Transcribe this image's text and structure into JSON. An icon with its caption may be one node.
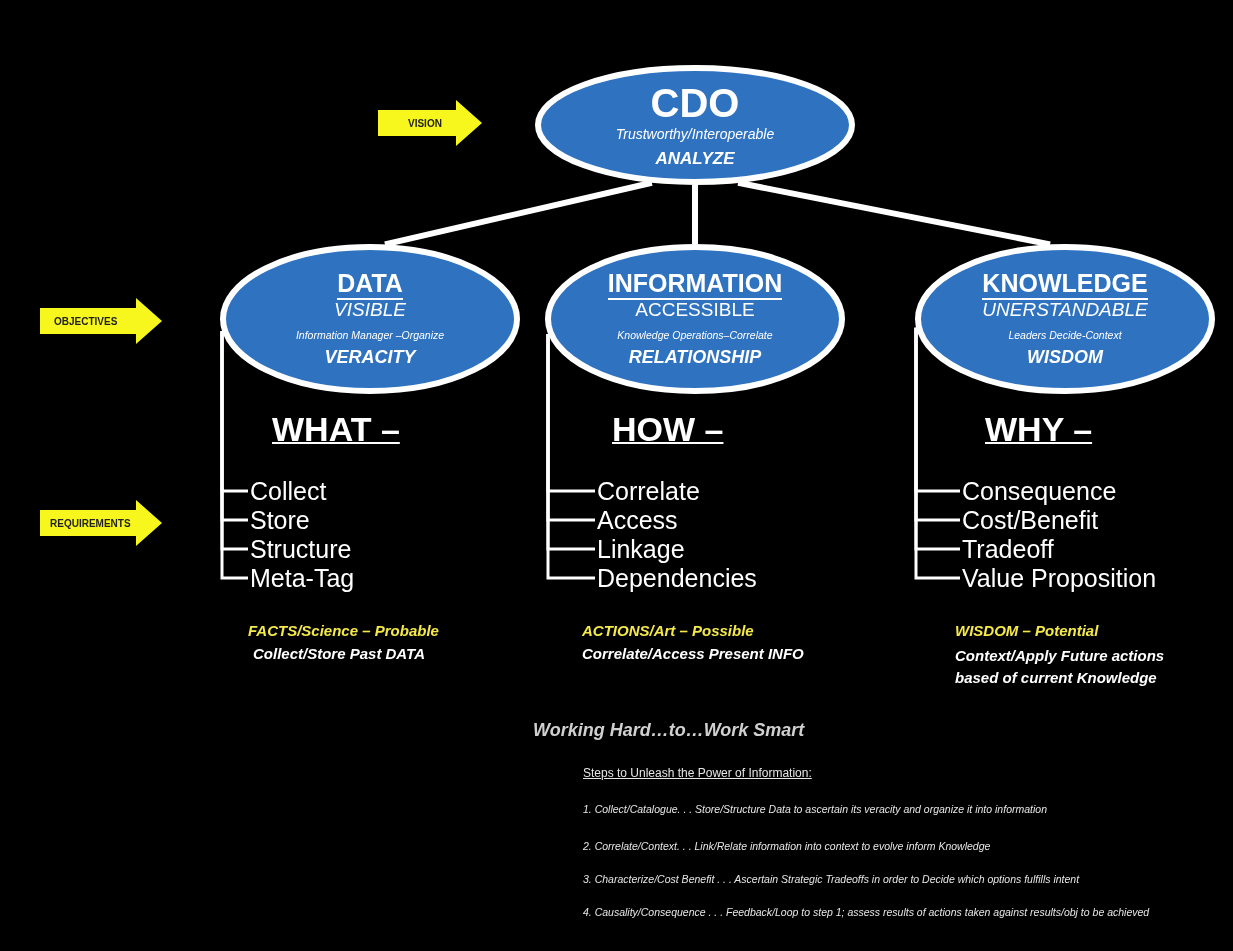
{
  "diagram": {
    "nodes": [
      {
        "text": [
          "CDO",
          "Trustworthy/Interoperable",
          "ANALYZE"
        ]
      },
      {
        "text": [
          "VISION"
        ]
      },
      {
        "text": [
          "OBJECTIVES"
        ]
      },
      {
        "text": [
          "DATA",
          "VISIBLE",
          "Information Manager –Organize",
          "VERACITY"
        ]
      },
      {
        "text": [
          "INFORMATION",
          "ACCESSIBLE",
          "Knowledge Operations–Correlate",
          "RELATIONSHIP"
        ]
      },
      {
        "text": [
          "KNOWLEDGE",
          "UNERSTANDABLE",
          "Leaders Decide-Context",
          "WISDOM"
        ]
      },
      {
        "text": [
          "REQUIREMENTS"
        ]
      },
      {
        "text": [
          "Collect"
        ]
      },
      {
        "text": [
          "Store"
        ]
      },
      {
        "text": [
          "Structure"
        ]
      },
      {
        "text": [
          "Meta-Tag"
        ]
      },
      {
        "text": [
          "Correlate"
        ]
      },
      {
        "text": [
          "Access"
        ]
      },
      {
        "text": [
          "Linkage"
        ]
      },
      {
        "text": [
          "Dependencies"
        ]
      },
      {
        "text": [
          "Consequence"
        ]
      },
      {
        "text": [
          "Cost/Benefit"
        ]
      },
      {
        "text": [
          "Tradeoff"
        ]
      },
      {
        "text": [
          "Value Proposition"
        ]
      }
    ],
    "edges": [
      {
        "from": 0,
        "to": 3,
        "arrow": "none",
        "style": "thick"
      },
      {
        "from": 0,
        "to": 4,
        "arrow": "none",
        "style": "thick"
      },
      {
        "from": 0,
        "to": 5,
        "arrow": "none",
        "style": "thick"
      },
      {
        "from": 3,
        "to": 7,
        "arrow": "none"
      },
      {
        "from": 3,
        "to": 8,
        "arrow": "none"
      },
      {
        "from": 3,
        "to": 9,
        "arrow": "none"
      },
      {
        "from": 3,
        "to": 10,
        "arrow": "none"
      },
      {
        "from": 4,
        "to": 11,
        "arrow": "none"
      },
      {
        "from": 4,
        "to": 12,
        "arrow": "none"
      },
      {
        "from": 4,
        "to": 13,
        "arrow": "none"
      },
      {
        "from": 4,
        "to": 14,
        "arrow": "none"
      },
      {
        "from": 5,
        "to": 15,
        "arrow": "none"
      },
      {
        "from": 5,
        "to": 16,
        "arrow": "none"
      },
      {
        "from": 5,
        "to": 17,
        "arrow": "none"
      },
      {
        "from": 5,
        "to": 18,
        "arrow": "none"
      }
    ],
    "labels": [
      "WHAT –",
      "HOW –",
      "WHY –",
      "FACTS/Science – Probable",
      "Collect/Store Past DATA",
      "ACTIONS/Art – Possible",
      "Correlate/Access Present INFO",
      "WISDOM – Potential",
      "Context/Apply Future actions based of current Knowledge",
      "Working Hard…to…Work Smart",
      "Steps to Unleash the Power of Information:",
      "1. Collect/Catalogue. . . Store/Structure Data to ascertain its veracity and organize it into information",
      "2. Correlate/Context. . . Link/Relate information into context to evolve inform Knowledge",
      "3. Characterize/Cost Benefit . . . Ascertain Strategic Tradeoffs in order to Decide which options fulfills intent",
      "4. Causality/Consequence . . . Feedback/Loop to step 1; assess results of actions taken against results/obj to be achieved"
    ]
  }
}
